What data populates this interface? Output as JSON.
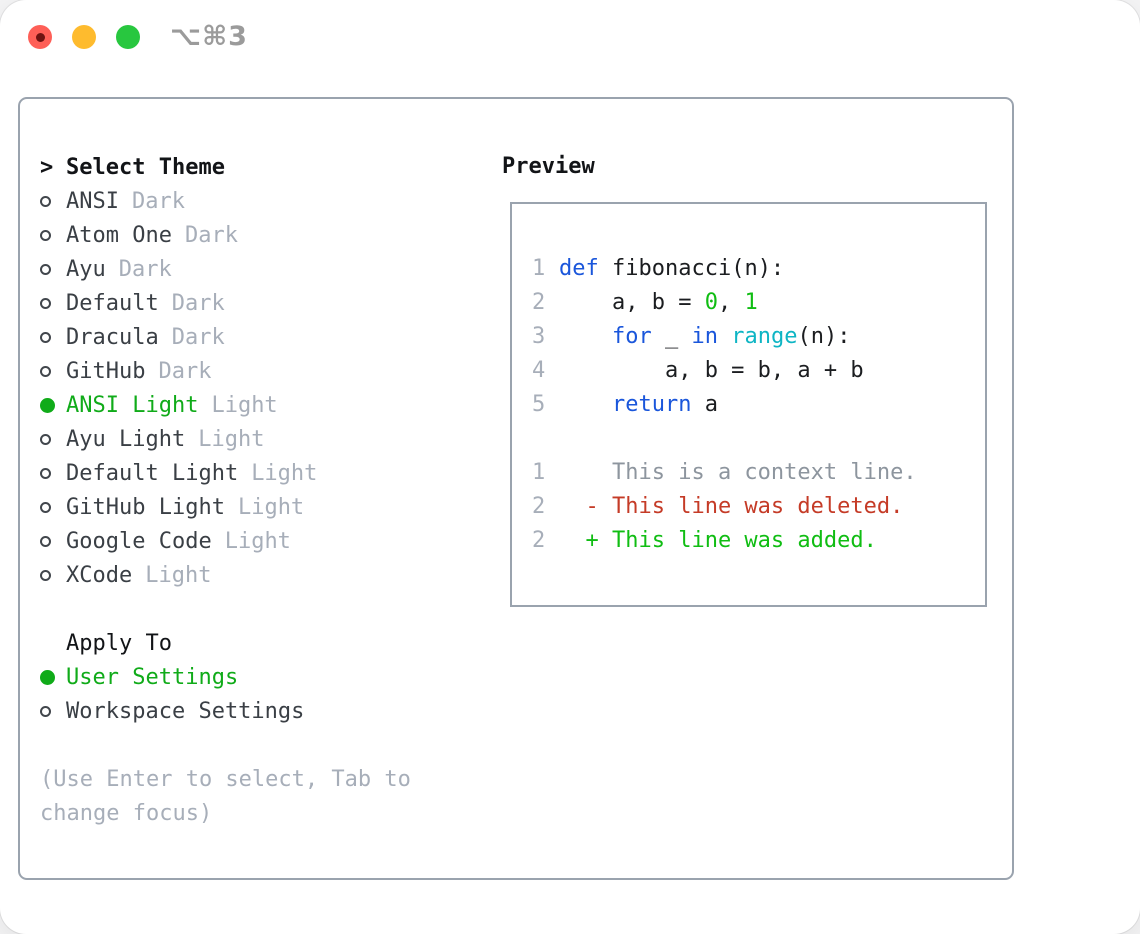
{
  "window": {
    "title": "⌥⌘3"
  },
  "colors": {
    "accent_green": "#10ab19",
    "code_green": "#10bd13",
    "code_blue": "#1a56db",
    "code_cyan": "#0eb5c4",
    "diff_red": "#c53b27",
    "muted_gray": "#a7aeb9",
    "panel_border": "#9aa3ae",
    "traffic_red": "#fe5f57",
    "traffic_yellow": "#febb2e",
    "traffic_green": "#28c73f"
  },
  "theme_selector": {
    "header_marker": ">",
    "header_label": "Select Theme",
    "items": [
      {
        "name": "ANSI",
        "variant": "Dark",
        "selected": false
      },
      {
        "name": "Atom One",
        "variant": "Dark",
        "selected": false
      },
      {
        "name": "Ayu",
        "variant": "Dark",
        "selected": false
      },
      {
        "name": "Default",
        "variant": "Dark",
        "selected": false
      },
      {
        "name": "Dracula",
        "variant": "Dark",
        "selected": false
      },
      {
        "name": "GitHub",
        "variant": "Dark",
        "selected": false
      },
      {
        "name": "ANSI Light",
        "variant": "Light",
        "selected": true
      },
      {
        "name": "Ayu Light",
        "variant": "Light",
        "selected": false
      },
      {
        "name": "Default Light",
        "variant": "Light",
        "selected": false
      },
      {
        "name": "GitHub Light",
        "variant": "Light",
        "selected": false
      },
      {
        "name": "Google Code",
        "variant": "Light",
        "selected": false
      },
      {
        "name": "XCode",
        "variant": "Light",
        "selected": false
      }
    ]
  },
  "apply_to": {
    "header": "Apply To",
    "options": [
      {
        "label": "User Settings",
        "selected": true
      },
      {
        "label": "Workspace Settings",
        "selected": false
      }
    ]
  },
  "hint": {
    "line1": "(Use Enter to select, Tab to",
    "line2": "change focus)"
  },
  "preview": {
    "header": "Preview",
    "code_lines": [
      {
        "num": "1",
        "segments": [
          {
            "t": "def",
            "c": "blue"
          },
          {
            "t": " fibonacci(n):",
            "c": "ink"
          }
        ]
      },
      {
        "num": "2",
        "segments": [
          {
            "t": "    a, b = ",
            "c": "ink"
          },
          {
            "t": "0",
            "c": "green"
          },
          {
            "t": ", ",
            "c": "ink"
          },
          {
            "t": "1",
            "c": "green"
          }
        ]
      },
      {
        "num": "3",
        "segments": [
          {
            "t": "    ",
            "c": "ink"
          },
          {
            "t": "for",
            "c": "blue"
          },
          {
            "t": " _ ",
            "c": "ink"
          },
          {
            "t": "in",
            "c": "blue"
          },
          {
            "t": " ",
            "c": "ink"
          },
          {
            "t": "range",
            "c": "cyan"
          },
          {
            "t": "(n):",
            "c": "ink"
          }
        ]
      },
      {
        "num": "4",
        "segments": [
          {
            "t": "        a, b = b, a + b",
            "c": "ink"
          }
        ]
      },
      {
        "num": "5",
        "segments": [
          {
            "t": "    ",
            "c": "ink"
          },
          {
            "t": "return",
            "c": "blue"
          },
          {
            "t": " a",
            "c": "ink"
          }
        ]
      },
      {
        "num": "",
        "segments": []
      },
      {
        "num": "1",
        "segments": [
          {
            "t": "    This is a context line.",
            "c": "context"
          }
        ]
      },
      {
        "num": "2",
        "segments": [
          {
            "t": "  - This line was deleted.",
            "c": "red"
          }
        ]
      },
      {
        "num": "2",
        "segments": [
          {
            "t": "  + This line was added.",
            "c": "green"
          }
        ]
      }
    ]
  }
}
